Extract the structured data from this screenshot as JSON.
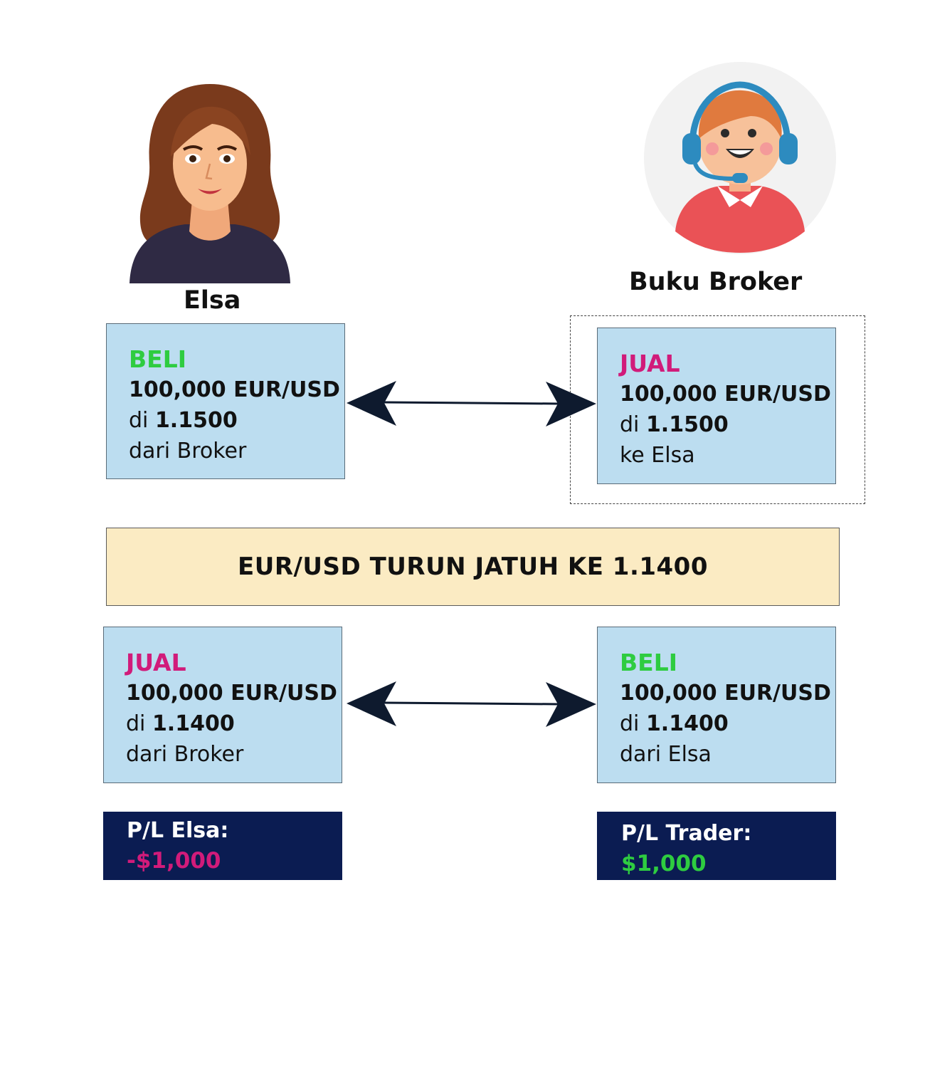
{
  "actors": {
    "left": {
      "name": "Elsa",
      "avatar_icon": "woman-avatar-icon"
    },
    "right": {
      "name": "Buku Broker",
      "avatar_icon": "support-agent-avatar-icon"
    }
  },
  "colors": {
    "buy": "#2ecc40",
    "sell": "#d11b7a",
    "trade_box_bg": "#bcddf0",
    "banner_bg": "#fbebc3",
    "pl_bg": "#0b1c52",
    "arrow": "#0e1a2e"
  },
  "open_trades": {
    "elsa": {
      "action": "BELI",
      "amount": "100,000 EUR/USD",
      "price_prefix": "di",
      "price": "1.1500",
      "party": "dari Broker"
    },
    "broker": {
      "action": "JUAL",
      "amount": "100,000 EUR/USD",
      "price_prefix": "di",
      "price": "1.1500",
      "party": "ke Elsa"
    }
  },
  "event": {
    "text": "EUR/USD TURUN JATUH KE 1.1400"
  },
  "close_trades": {
    "elsa": {
      "action": "JUAL",
      "amount": "100,000 EUR/USD",
      "price_prefix": "di",
      "price": "1.1400",
      "party": "dari Broker"
    },
    "broker": {
      "action": "BELI",
      "amount": "100,000 EUR/USD",
      "price_prefix": "di",
      "price": "1.1400",
      "party": "dari Elsa"
    }
  },
  "pl": {
    "elsa": {
      "label": "P/L Elsa:",
      "value": "-$1,000"
    },
    "trader": {
      "label": "P/L Trader:",
      "value": "$1,000"
    }
  }
}
